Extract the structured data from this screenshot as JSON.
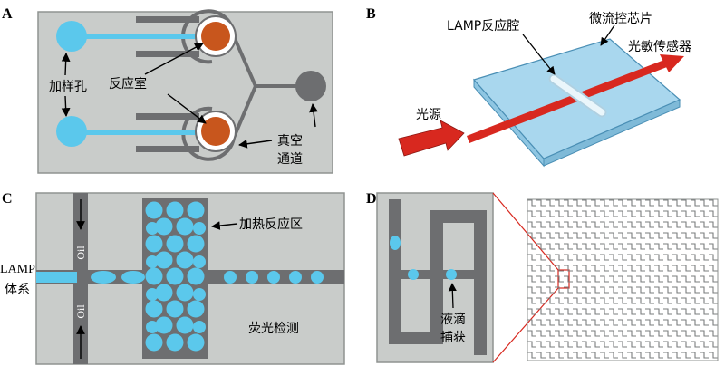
{
  "panels": {
    "a": {
      "letter": "A",
      "labels": {
        "sample_hole": "加样孔",
        "reaction_chamber": "反应室",
        "vacuum_line1": "真空",
        "vacuum_line2": "通道"
      }
    },
    "b": {
      "letter": "B",
      "labels": {
        "lamp_chamber": "LAMP反应腔",
        "chip": "微流控芯片",
        "sensor": "光敏传感器",
        "light_source": "光源"
      }
    },
    "c": {
      "letter": "C",
      "labels": {
        "oil_top": "Oil",
        "oil_bottom": "Oil",
        "lamp_line1": "LAMP",
        "lamp_line2": "体系",
        "heating_zone": "加热反应区",
        "fluorescence": "荧光检测"
      }
    },
    "d": {
      "letter": "D",
      "labels": {
        "capture_line1": "液滴",
        "capture_line2": "捕获"
      }
    }
  },
  "colors": {
    "panel_bg": "#c9ccca",
    "panel_border": "#8f9391",
    "channel_gray": "#6d6e70",
    "droplet_blue": "#5bc8ec",
    "chamber_orange": "#c8561d",
    "chip_blue": "#a9d7ee",
    "beam_red": "#d8281f"
  }
}
